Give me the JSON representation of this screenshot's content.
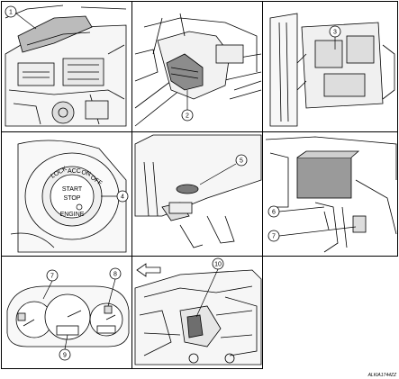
{
  "figure": {
    "code": "ALKIA1744ZZ",
    "panels": [
      {
        "id": "p1",
        "callouts": [
          "1"
        ]
      },
      {
        "id": "p2",
        "callouts": [
          "2"
        ]
      },
      {
        "id": "p3",
        "callouts": [
          "3"
        ]
      },
      {
        "id": "p4",
        "callouts": [
          "4"
        ],
        "button_text": [
          "LOCK",
          "ACC",
          "ON",
          "OFF",
          "START",
          "STOP",
          "ENGINE"
        ]
      },
      {
        "id": "p5",
        "callouts": [
          "5"
        ]
      },
      {
        "id": "p6",
        "callouts": [
          "6",
          "7"
        ]
      },
      {
        "id": "p7",
        "callouts": [
          "7",
          "8",
          "9"
        ]
      },
      {
        "id": "p8",
        "callouts": [
          "10"
        ],
        "arrow": "left-arrow-icon"
      }
    ]
  }
}
